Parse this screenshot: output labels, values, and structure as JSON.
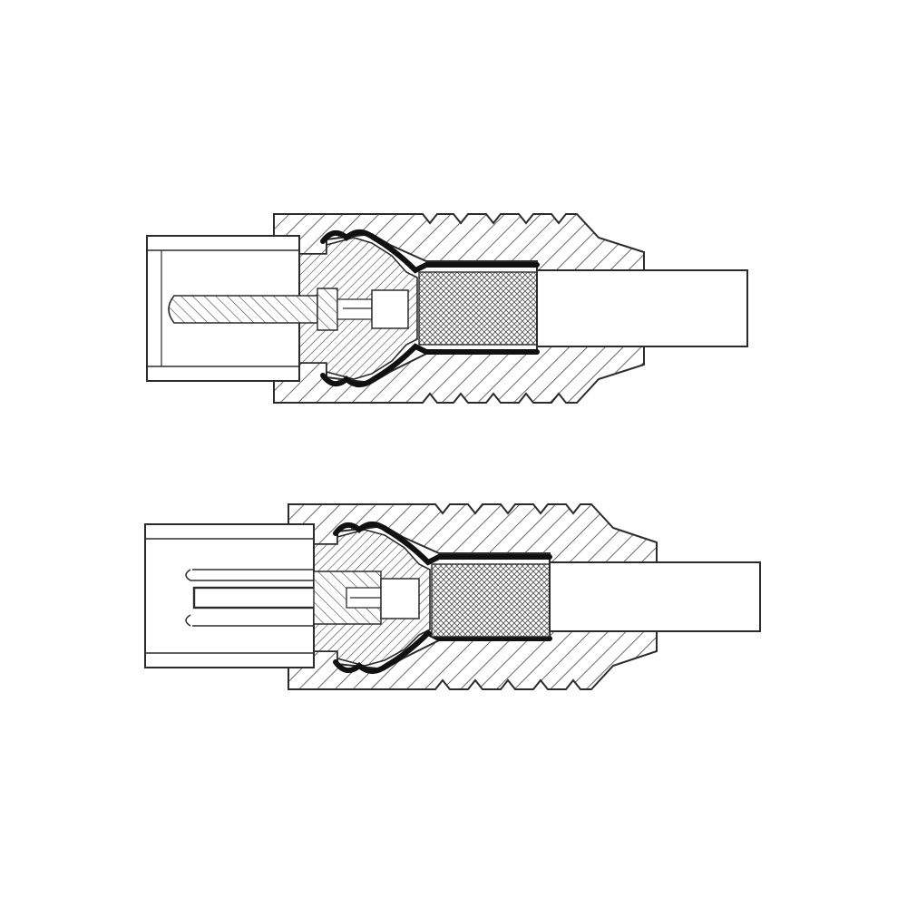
{
  "diagram": {
    "kind": "coaxial-connector-cross-sections",
    "connectors": [
      {
        "id": "male-plug",
        "pin": "solid-pin"
      },
      {
        "id": "female-socket",
        "pin": "split-sleeve"
      }
    ],
    "colors": {
      "background": "#ffffff",
      "outline": "#2b2b2b",
      "hatch": "#444444",
      "crimp": "#111111",
      "braid": "#555555"
    }
  }
}
